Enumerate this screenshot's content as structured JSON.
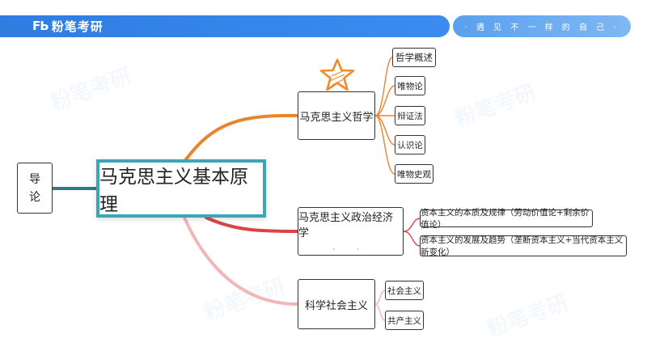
{
  "header": {
    "logo_mark": "FЬ",
    "brand": "粉笔考研",
    "slogan": "· 遇 见 不 一 样 的 自 己 ·"
  },
  "watermark": "粉笔考研",
  "mindmap": {
    "root": "马克思主义基本原理",
    "intro": [
      "导",
      "论"
    ],
    "branches": [
      {
        "label": "马克思主义哲学",
        "color": "#e8842c",
        "children": [
          "哲学概述",
          "唯物论",
          "辩证法",
          "认识论",
          "唯物史观"
        ]
      },
      {
        "label": "马克思主义政治经济学",
        "note": "· ·",
        "color": "#d94545",
        "children": [
          "资本主义的本质及规律（劳动价值论+剩余价值论）",
          "资本主义的发展及趋势（垄断资本主义+当代资本主义新变化）"
        ]
      },
      {
        "label": "科学社会主义",
        "color": "#f2b6b6",
        "children": [
          "社会主义",
          "共产主义"
        ]
      }
    ]
  },
  "colors": {
    "header_blue": "#2f7de1",
    "root_border": "#3aa7b3",
    "star": "#f08a2a"
  }
}
